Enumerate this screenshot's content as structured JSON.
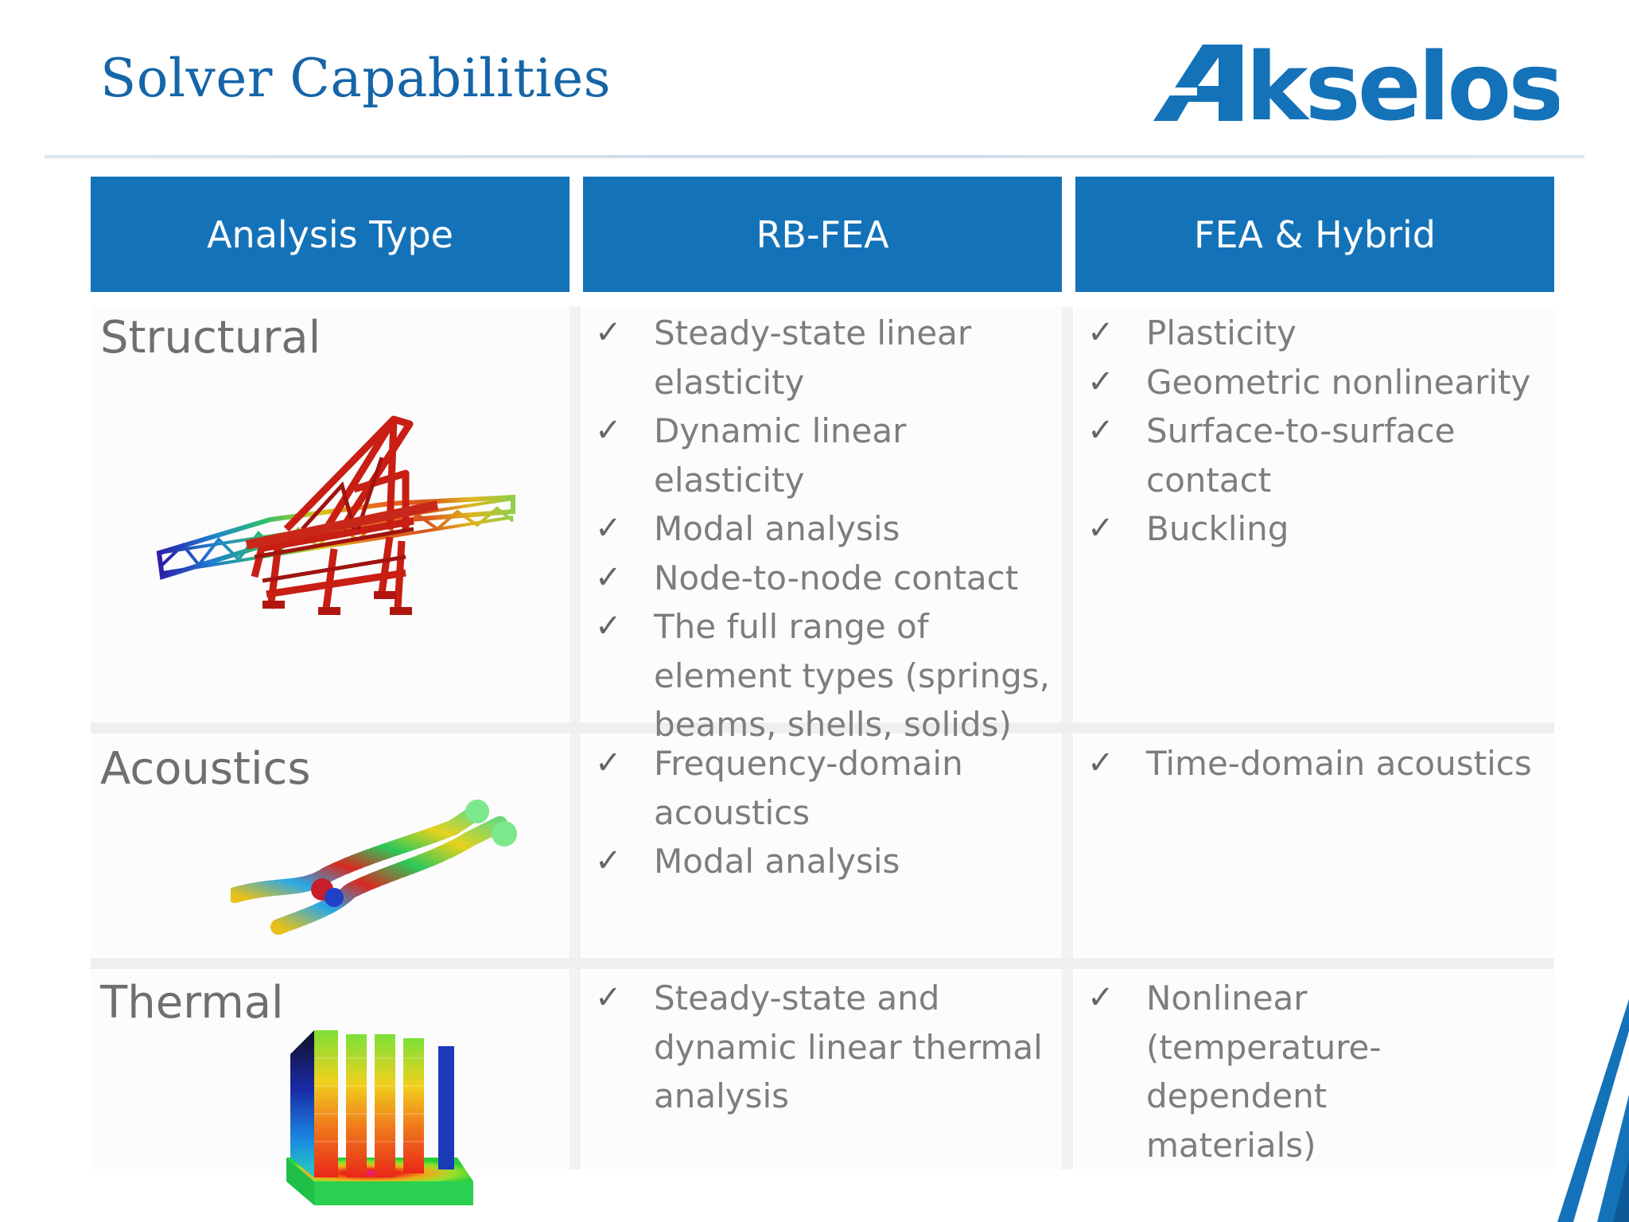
{
  "slide": {
    "title": "Solver Capabilities",
    "logo_text": "Akselos"
  },
  "colors": {
    "accent": "#1472b9",
    "title": "#1565a8",
    "body_text": "#7d7d7d"
  },
  "table": {
    "headers": [
      "Analysis Type",
      "RB-FEA",
      "FEA & Hybrid"
    ],
    "rows": [
      {
        "label": "Structural",
        "rbfea": [
          "Steady-state linear elasticity",
          "Dynamic linear elasticity",
          "Modal analysis",
          "Node-to-node contact",
          "The full range of element types (springs, beams, shells, solids)"
        ],
        "hybrid": [
          "Plasticity",
          "Geometric nonlinearity",
          "Surface-to-surface contact",
          "Buckling"
        ]
      },
      {
        "label": "Acoustics",
        "rbfea": [
          "Frequency-domain acoustics",
          "Modal analysis"
        ],
        "hybrid": [
          "Time-domain acoustics"
        ]
      },
      {
        "label": "Thermal",
        "rbfea": [
          "Steady-state and dynamic linear thermal analysis"
        ],
        "hybrid": [
          "Nonlinear (temperature-dependent materials)"
        ]
      }
    ]
  },
  "icons": {
    "check": "check-icon"
  }
}
